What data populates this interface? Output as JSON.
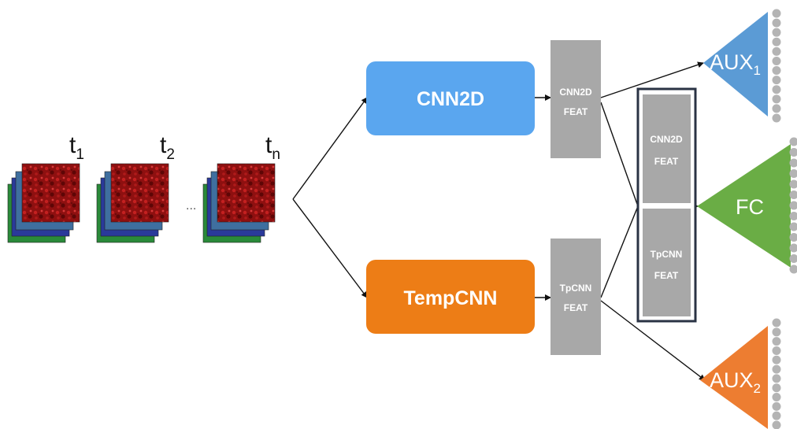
{
  "input": {
    "time_labels": [
      {
        "base": "t",
        "sub": "1"
      },
      {
        "base": "t",
        "sub": "2"
      },
      {
        "base": "t",
        "sub": "n"
      }
    ],
    "ellipsis": "..."
  },
  "blocks": {
    "cnn2d": {
      "label": "CNN2D",
      "color": "#5aa6ef"
    },
    "tempcnn": {
      "label": "TempCNN",
      "color": "#ed7d16"
    }
  },
  "features": {
    "cnn2d": {
      "line1": "CNN2D",
      "line2": "FEAT"
    },
    "tempcnn": {
      "line1": "TpCNN",
      "line2": "FEAT"
    },
    "concat_top": {
      "line1": "CNN2D",
      "line2": "FEAT"
    },
    "concat_bottom": {
      "line1": "TpCNN",
      "line2": "FEAT"
    },
    "feat_color": "#a8a8a8",
    "concat_border": "#2a3344"
  },
  "heads": {
    "aux1": {
      "base": "AUX",
      "sub": "1",
      "color": "#5b9bd5"
    },
    "fc": {
      "label": "FC",
      "color": "#6aad45"
    },
    "aux2": {
      "base": "AUX",
      "sub": "2",
      "color": "#ed7d31"
    },
    "node_color": "#b4b4b4"
  }
}
